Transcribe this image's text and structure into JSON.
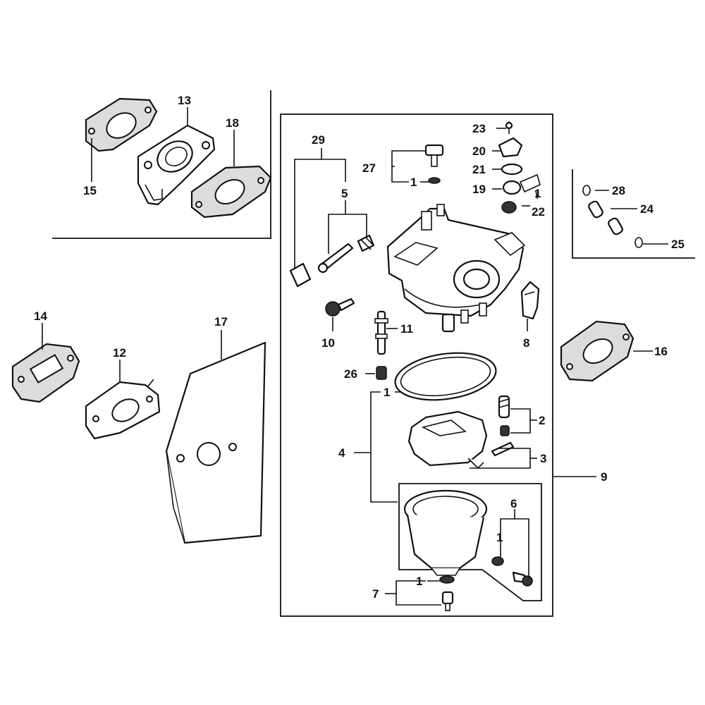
{
  "callouts": {
    "c1a": "1",
    "c1b": "1",
    "c1c": "1",
    "c1d": "1",
    "c1e": "1",
    "c2": "2",
    "c3": "3",
    "c4": "4",
    "c5": "5",
    "c6": "6",
    "c7": "7",
    "c8": "8",
    "c9": "9",
    "c10": "10",
    "c11": "11",
    "c12": "12",
    "c13": "13",
    "c14": "14",
    "c15": "15",
    "c16": "16",
    "c17": "17",
    "c18": "18",
    "c19": "19",
    "c20": "20",
    "c21": "21",
    "c22": "22",
    "c23": "23",
    "c24": "24",
    "c25": "25",
    "c26": "26",
    "c27": "27",
    "c28": "28",
    "c29": "29"
  },
  "colors": {
    "ink": "#111111",
    "background": "#ffffff",
    "gasket_fill": "#dcdcdc"
  }
}
